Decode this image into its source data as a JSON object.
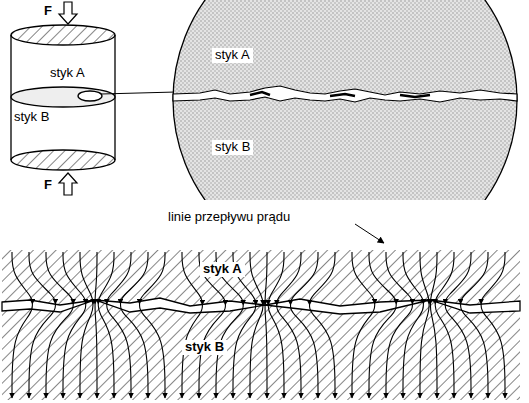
{
  "diagram": {
    "labels": [
      "F",
      "styk A",
      "styk A",
      "styk B",
      "styk B",
      "F",
      "linie przepływu prądu",
      "styk A",
      "styk B"
    ]
  }
}
